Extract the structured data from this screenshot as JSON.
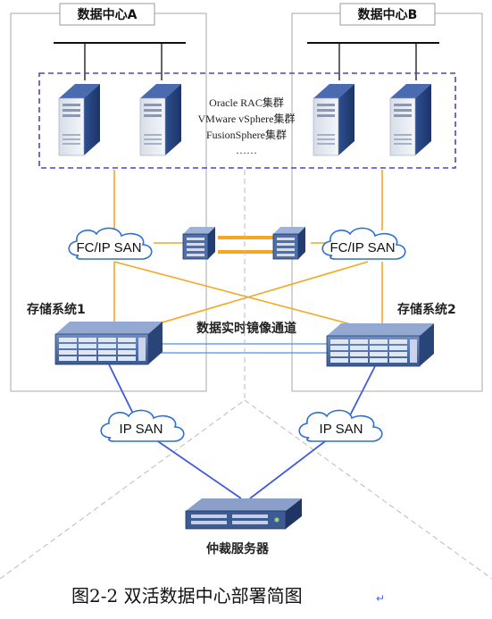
{
  "datacenter_a": {
    "title": "数据中心A"
  },
  "datacenter_b": {
    "title": "数据中心B"
  },
  "clusters": {
    "lines": [
      "Oracle RAC集群",
      "VMware  vSphere集群",
      "FusionSphere集群",
      "……"
    ]
  },
  "san_left": {
    "label": "FC/IP SAN"
  },
  "san_right": {
    "label": "FC/IP SAN"
  },
  "storage_left": {
    "label": "存储系统1"
  },
  "storage_right": {
    "label": "存储系统2"
  },
  "mirror": {
    "label": "数据实时镜像通道"
  },
  "ip_san_left": {
    "label": "IP SAN"
  },
  "ip_san_right": {
    "label": "IP SAN"
  },
  "quorum": {
    "label": "仲裁服务器"
  },
  "caption": {
    "text": "图2-2 双活数据中心部署简图",
    "mark": "↵"
  },
  "colors": {
    "link_orange": "#f5a623",
    "link_blue": "#3f5bdc",
    "cluster_border": "#5a3fc8",
    "mirror_line": "#4a90e2"
  }
}
